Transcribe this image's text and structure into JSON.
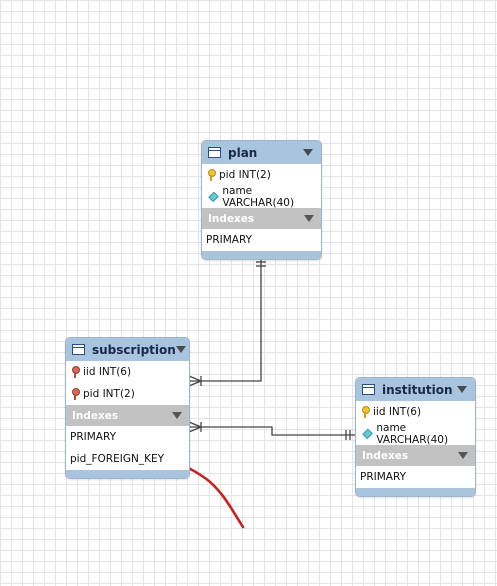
{
  "entities": {
    "plan": {
      "title": "plan",
      "columns": [
        {
          "key": "pk",
          "text": "pid INT(2)"
        },
        {
          "key": "attr",
          "text": "name VARCHAR(40)"
        }
      ],
      "indexes_label": "Indexes",
      "indexes": [
        "PRIMARY"
      ]
    },
    "subscription": {
      "title": "subscription",
      "columns": [
        {
          "key": "fk",
          "text": "iid INT(6)"
        },
        {
          "key": "fk",
          "text": "pid INT(2)"
        }
      ],
      "indexes_label": "Indexes",
      "indexes": [
        "PRIMARY",
        "pid_FOREIGN_KEY"
      ]
    },
    "institution": {
      "title": "institution",
      "columns": [
        {
          "key": "pk",
          "text": "iid INT(6)"
        },
        {
          "key": "attr",
          "text": "name VARCHAR(40)"
        }
      ],
      "indexes_label": "Indexes",
      "indexes": [
        "PRIMARY"
      ]
    }
  },
  "relationships": [
    {
      "from": "plan",
      "to": "subscription",
      "from_end": "one",
      "to_end": "many"
    },
    {
      "from": "institution",
      "to": "subscription",
      "from_end": "one",
      "to_end": "many"
    }
  ],
  "colors": {
    "entity_header": "#a8c4de",
    "indexes_header": "#c2c2c2",
    "connector": "#444444",
    "annotation_arrow": "#cc1f1f"
  }
}
